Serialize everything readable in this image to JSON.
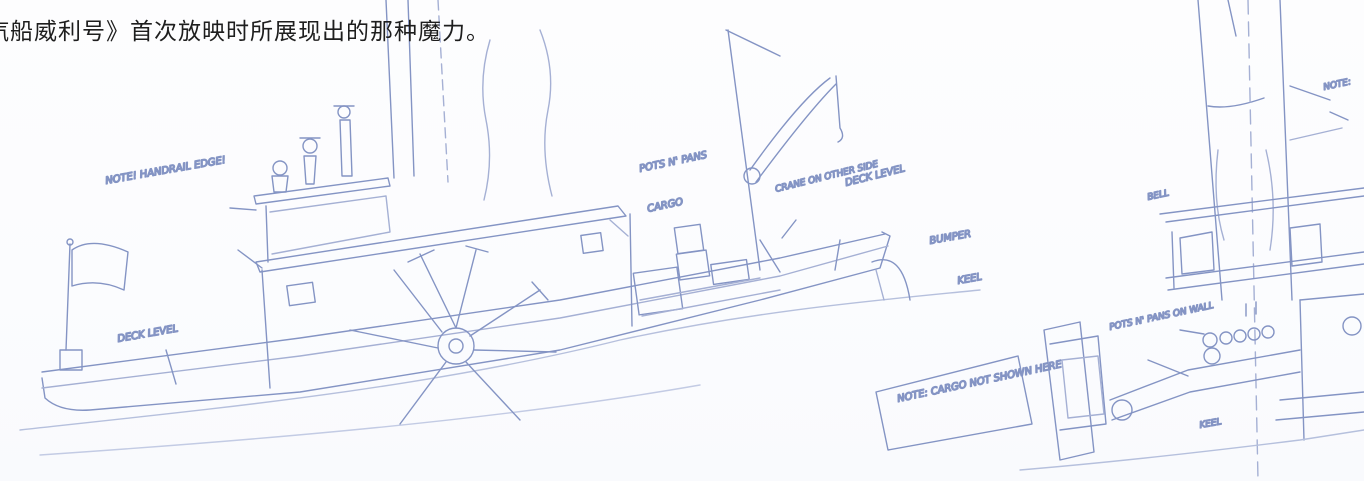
{
  "caption": {
    "text": "汽船威利号》首次放映时所展现出的那种魔力。"
  },
  "sketch": {
    "ink_color": "#8494c4",
    "annotations": {
      "note_handrail": "NOTE! HANDRAIL EDGE!",
      "pots_and_pans_top": "POTS N' PANS",
      "cargo": "CARGO",
      "crane": "CRANE ON OTHER SIDE",
      "deck_level_right": "DECK LEVEL",
      "bumper": "BUMPER",
      "keel": "KEEL",
      "deck_level_left": "DECK LEVEL",
      "note_cargo_box": "NOTE: CARGO NOT SHOWN HERE",
      "pots_on_wall": "POTS N' PANS ON WALL",
      "note_top_right": "NOTE:",
      "bell": "BELL",
      "keel_right": "KEEL"
    }
  }
}
